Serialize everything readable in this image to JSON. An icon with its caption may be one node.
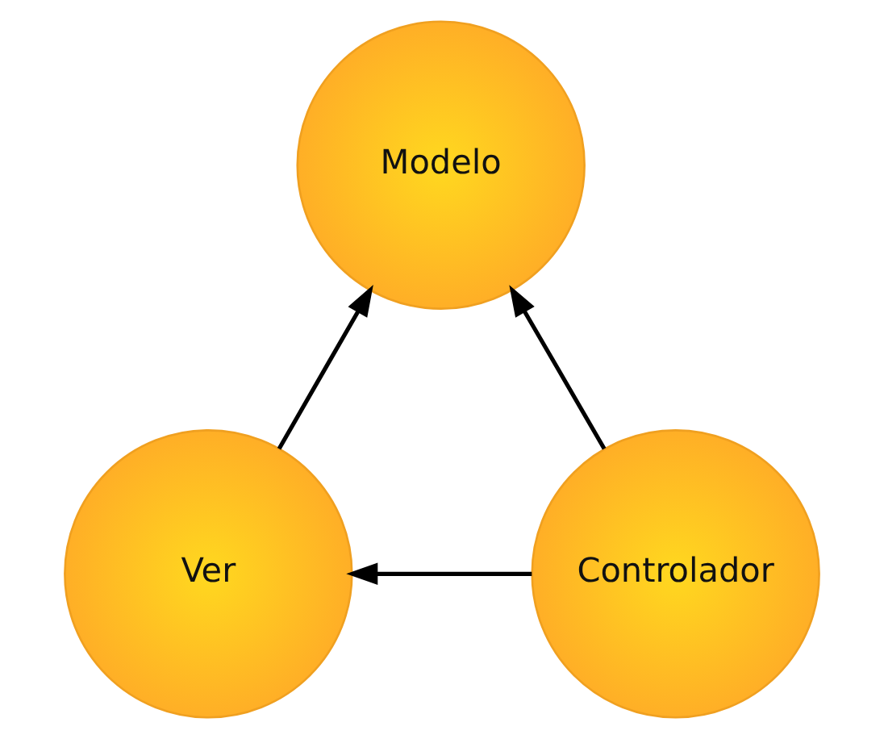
{
  "diagram": {
    "nodes": [
      {
        "text": [
          "Modelo"
        ]
      },
      {
        "text": [
          "Ver"
        ]
      },
      {
        "text": [
          "Controlador"
        ]
      }
    ],
    "edges": [
      {
        "from": 1,
        "to": 0,
        "arrow": "to"
      },
      {
        "from": 2,
        "to": 0,
        "arrow": "to"
      },
      {
        "from": 2,
        "to": 1,
        "arrow": "to"
      }
    ]
  }
}
